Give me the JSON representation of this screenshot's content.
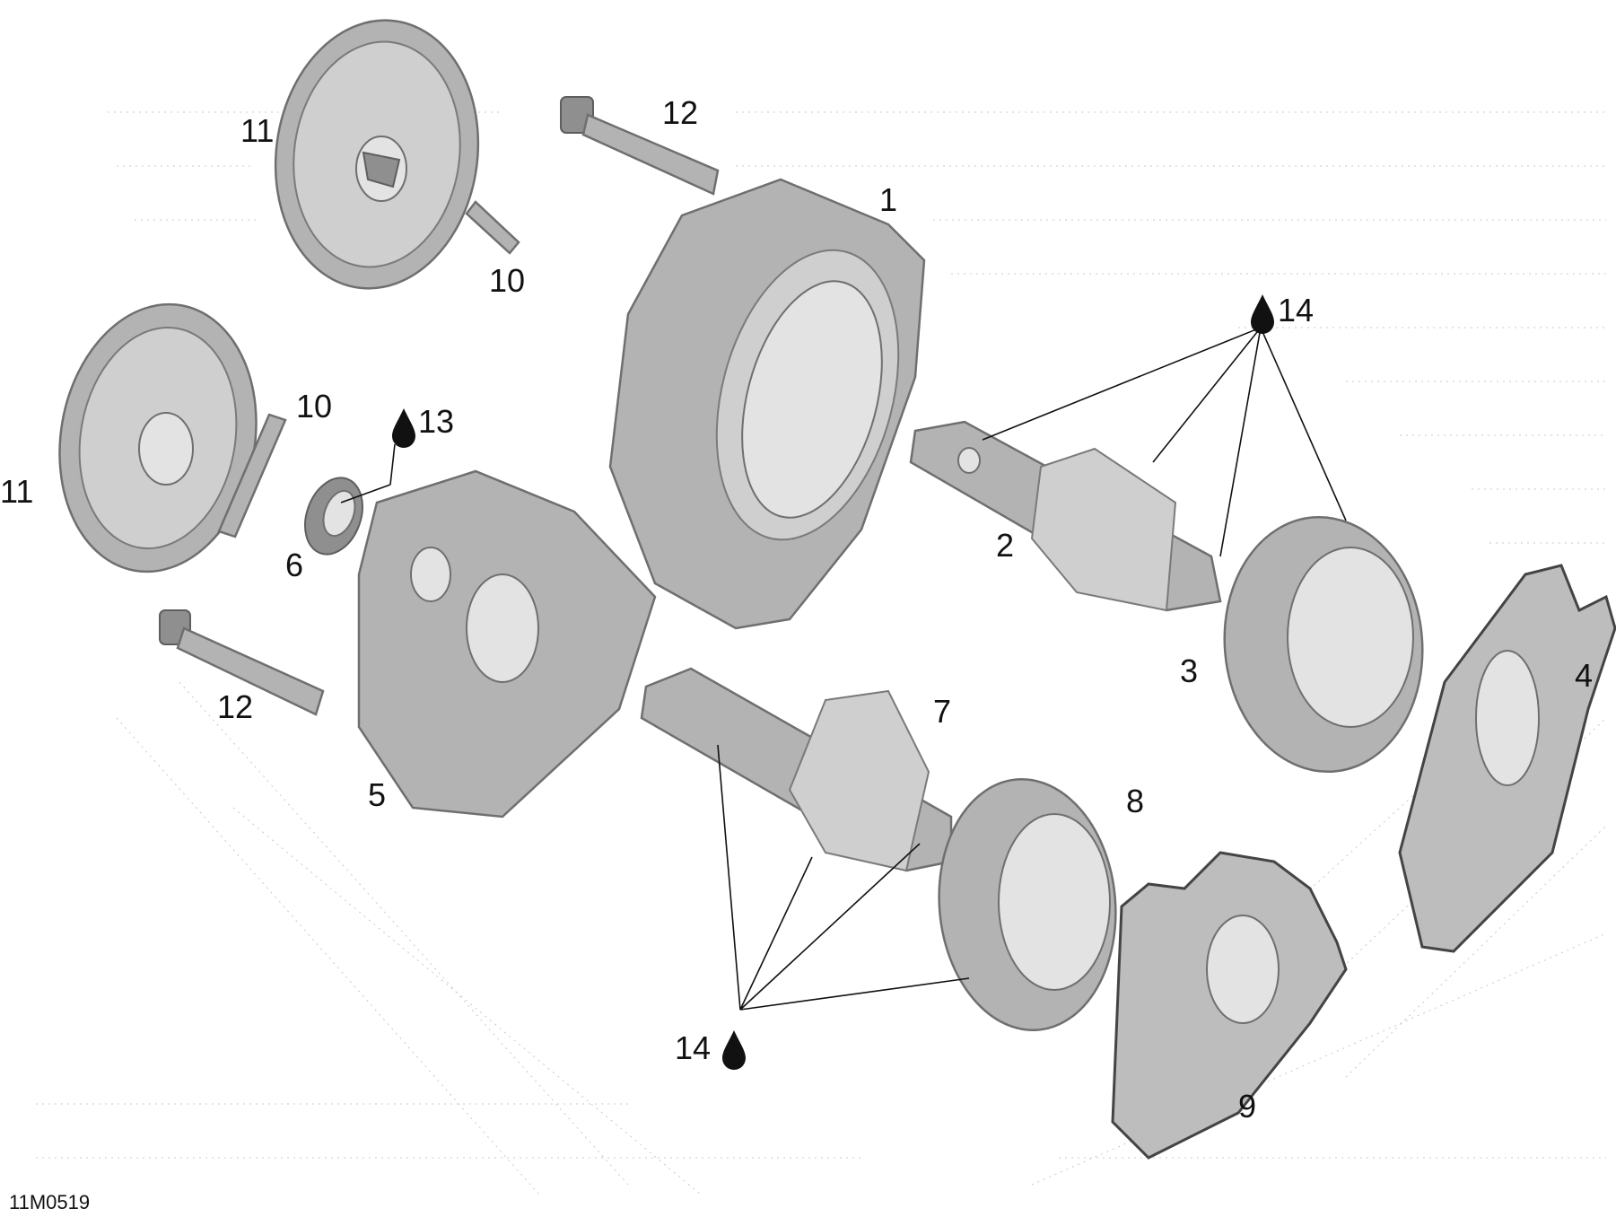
{
  "figure_code": "11M0519",
  "callouts": {
    "c1": "1",
    "c2": "2",
    "c3": "3",
    "c4": "4",
    "c5": "5",
    "c6": "6",
    "c7": "7",
    "c8": "8",
    "c9": "9",
    "c10a": "10",
    "c10b": "10",
    "c11a": "11",
    "c11b": "11",
    "c12a": "12",
    "c12b": "12",
    "c13": "13",
    "c14a": "14",
    "c14b": "14"
  },
  "colors": {
    "part_fill": "#b3b3b3",
    "line": "#111111",
    "background": "#ffffff"
  },
  "icons": {
    "lubricant": "oil-drop-icon"
  }
}
